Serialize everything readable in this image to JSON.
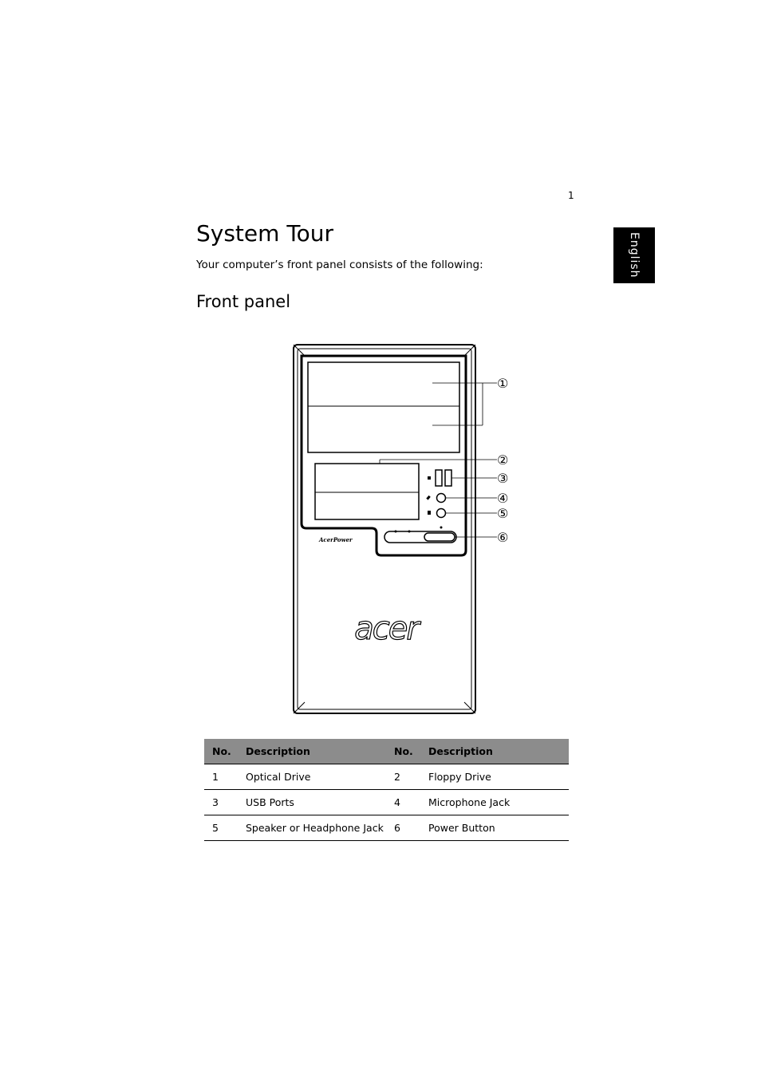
{
  "page": {
    "number": "1",
    "language_tab": "English",
    "title": "System Tour",
    "intro": "Your computer’s front panel consists of the following:",
    "subtitle": "Front panel"
  },
  "figure": {
    "brand_logo": "acer",
    "model_label": "AcerPower",
    "callouts": [
      "①",
      "②",
      "③",
      "④",
      "⑤",
      "⑥"
    ]
  },
  "table": {
    "headers": [
      "No.",
      "Description",
      "No.",
      "Description"
    ],
    "rows": [
      [
        "1",
        "Optical Drive",
        "2",
        "Floppy Drive"
      ],
      [
        "3",
        "USB Ports",
        "4",
        "Microphone Jack"
      ],
      [
        "5",
        "Speaker or Headphone Jack",
        "6",
        "Power Button"
      ]
    ]
  }
}
